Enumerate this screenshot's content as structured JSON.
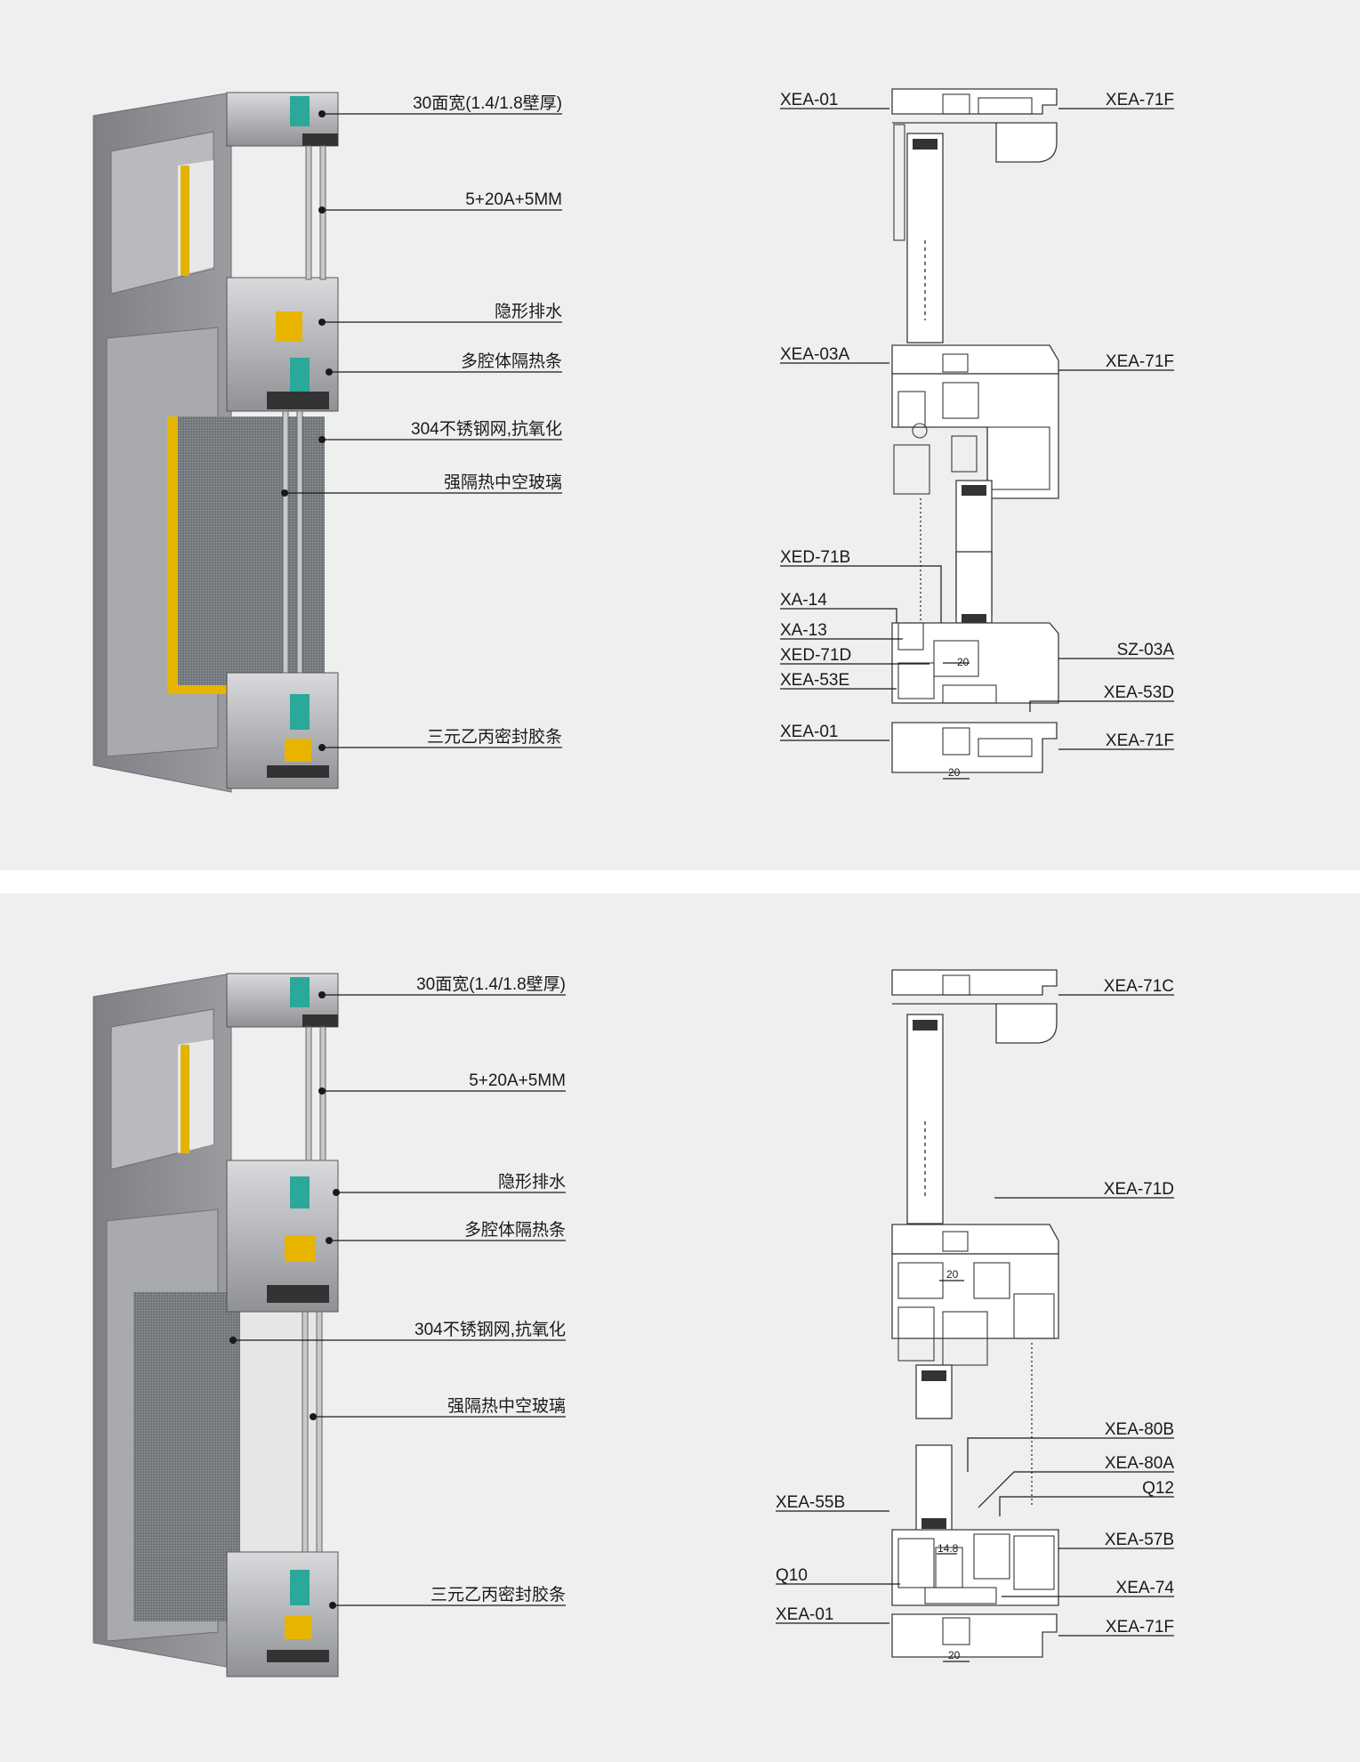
{
  "top_panel": {
    "render_callouts": [
      "30面宽(1.4/1.8壁厚)",
      "5+20A+5MM",
      "隐形排水",
      "多腔体隔热条",
      "304不锈钢网,抗氧化",
      "强隔热中空玻璃",
      "三元乙丙密封胶条"
    ],
    "section_labels": {
      "left": [
        "XEA-01",
        "XEA-03A",
        "XED-71B",
        "XA-14",
        "XA-13",
        "XED-71D",
        "XEA-53E",
        "XEA-01"
      ],
      "right": [
        "XEA-71F",
        "XEA-71F",
        "SZ-03A",
        "XEA-53D",
        "XEA-71F"
      ]
    },
    "dimensions": [
      "20",
      "20"
    ]
  },
  "bottom_panel": {
    "render_callouts": [
      "30面宽(1.4/1.8壁厚)",
      "5+20A+5MM",
      "隐形排水",
      "多腔体隔热条",
      "304不锈钢网,抗氧化",
      "强隔热中空玻璃",
      "三元乙丙密封胶条"
    ],
    "section_labels": {
      "left": [
        "XEA-55B",
        "Q10",
        "XEA-01"
      ],
      "right": [
        "XEA-71C",
        "XEA-71D",
        "XEA-80B",
        "XEA-80A",
        "Q12",
        "XEA-57B",
        "XEA-74",
        "XEA-71F"
      ]
    },
    "dimensions": [
      "20",
      "14.8",
      "20"
    ]
  },
  "colors": {
    "background": "#eeefef",
    "frame_grey": "#8a8c8f",
    "insulation_teal": "#2aa89a",
    "gasket_yellow": "#e8b400",
    "glass": "#f2f2f2"
  }
}
